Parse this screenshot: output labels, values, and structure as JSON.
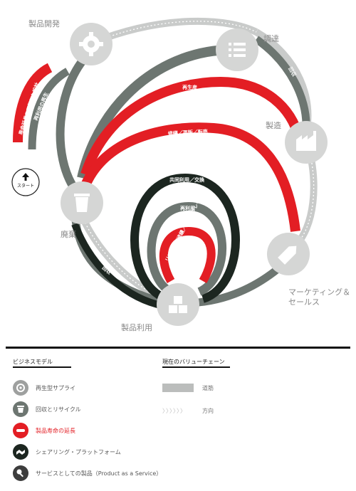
{
  "stages": {
    "dev": "製品開発",
    "procure": "調達",
    "manuf": "製造",
    "marketing_line1": "マーケティング＆",
    "marketing_line2": "セールス",
    "use": "製品利用",
    "disposal": "廃棄",
    "start": "スタート"
  },
  "loops": {
    "recycle": "リサイクル／アップサイクル",
    "regeneration": "再生産",
    "repair_resell": "修繕／再販／転売",
    "share_exchange": "共同利用／交換",
    "reuse": "再利用",
    "refill_upgrade": "リフィル／修繕／アップグレード",
    "collect_a": "回収",
    "collect_b": "回収",
    "collect_c": "回収",
    "design_life": "寿命延長を目指した設計",
    "design_recycle": "再利用の再生"
  },
  "legend": {
    "business_title": "ビジネスモデル",
    "value_chain_title": "現在のバリューチェーン",
    "items": [
      {
        "label": "再生型サプライ",
        "color": "#9ea09f",
        "icon": "recycle-supply-icon"
      },
      {
        "label": "回収とリサイクル",
        "color": "#6d7671",
        "icon": "trash-bin-icon"
      },
      {
        "label": "製品寿命の延長",
        "color": "#e31e24",
        "icon": "wrench-icon"
      },
      {
        "label": "シェアリング・プラットフォーム",
        "color": "#1c2620",
        "icon": "handshake-icon"
      },
      {
        "label": "サービスとしての製品（Product as a Service）",
        "color": "#3d3d3d",
        "icon": "key-icon"
      }
    ],
    "value_chain": {
      "road": "道筋",
      "direction": "方向",
      "direction_glyphs": "〉〉〉〉〉〉"
    }
  },
  "colors": {
    "node": "#d5d6d5",
    "node_icon": "#ffffff",
    "road": "#c6c8c7",
    "red": "#e31e24",
    "dark_gray": "#6d7671",
    "black": "#1c2620"
  }
}
